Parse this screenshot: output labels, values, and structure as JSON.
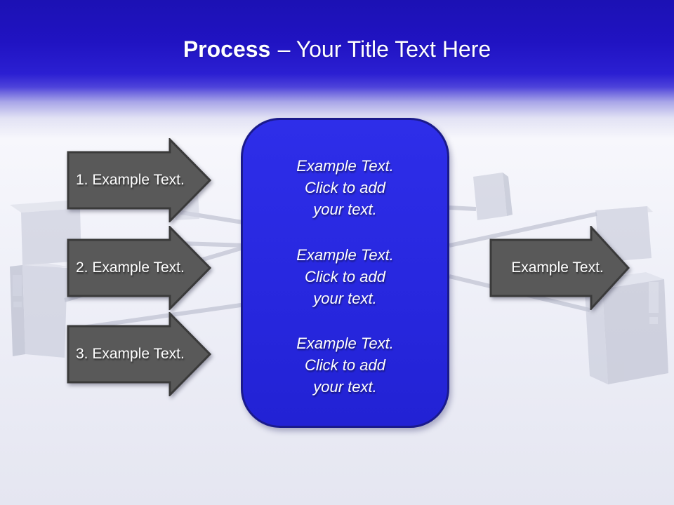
{
  "slide": {
    "title": {
      "emphasis": "Process",
      "rest": "– Your Title Text Here"
    }
  },
  "left_arrows": [
    {
      "label": "1. Example Text."
    },
    {
      "label": "2. Example Text."
    },
    {
      "label": "3. Example Text."
    }
  ],
  "right_arrow": {
    "label": "Example Text."
  },
  "center_panel": {
    "blocks": [
      {
        "lines": [
          "Example Text.",
          "Click  to add",
          "your text."
        ]
      },
      {
        "lines": [
          "Example Text.",
          "Click  to add",
          "your text."
        ]
      },
      {
        "lines": [
          "Example Text.",
          "Click  to add",
          "your text."
        ]
      }
    ]
  },
  "colors": {
    "header_blue_top": "#1c11b4",
    "header_blue_bottom": "#2b1fd2",
    "background_lavender": "#e5e6f1",
    "panel_fill": "#2727de",
    "panel_border": "#1a1a8c",
    "arrow_fill": "#595959",
    "arrow_border": "#3a3a3a",
    "text_white": "#ffffff",
    "network_graphic_gray": "#c3c6d6"
  }
}
